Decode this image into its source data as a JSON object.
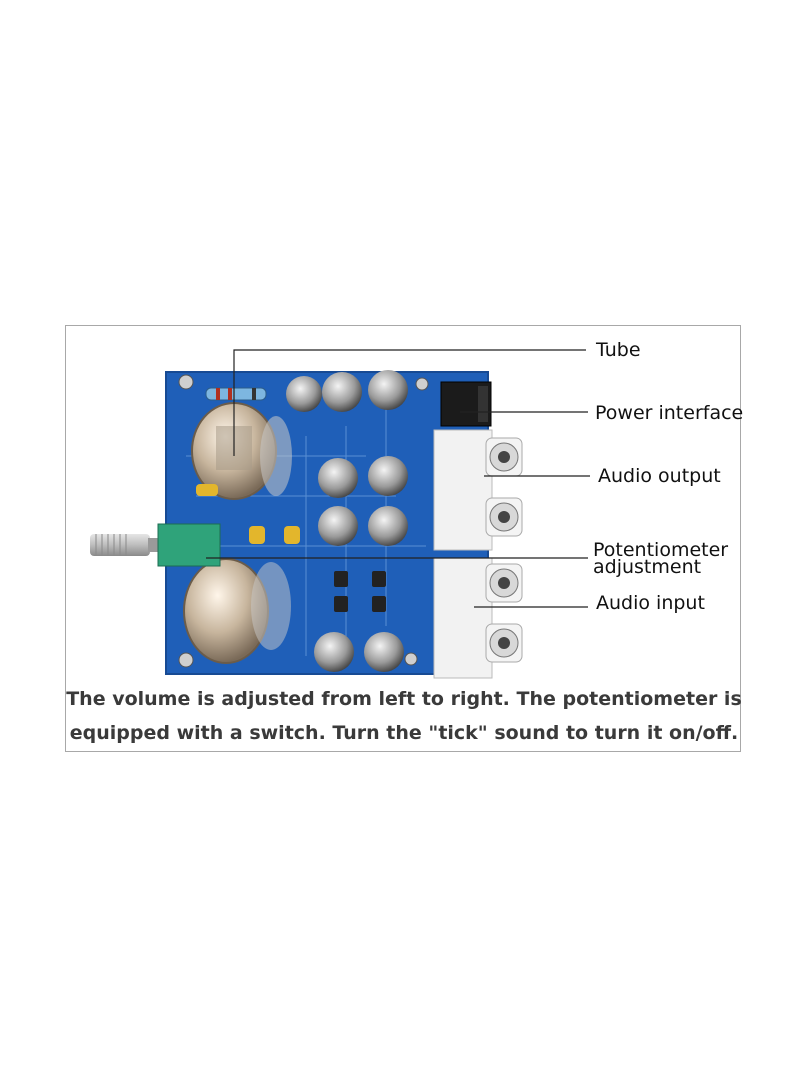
{
  "labels": {
    "tube": "Tube",
    "power_interface": "Power interface",
    "audio_output": "Audio output",
    "potentiometer_line1": "Potentiometer",
    "potentiometer_line2": "adjustment",
    "audio_input": "Audio input"
  },
  "caption": {
    "line1": "The volume is adjusted from left to right. The potentiometer is",
    "line2": "equipped with a switch. Turn the \"tick\" sound to turn it on/off."
  },
  "colors": {
    "board": "#1f5fb8",
    "connector": "#f2f2f2",
    "knob": "#2fa37a"
  }
}
